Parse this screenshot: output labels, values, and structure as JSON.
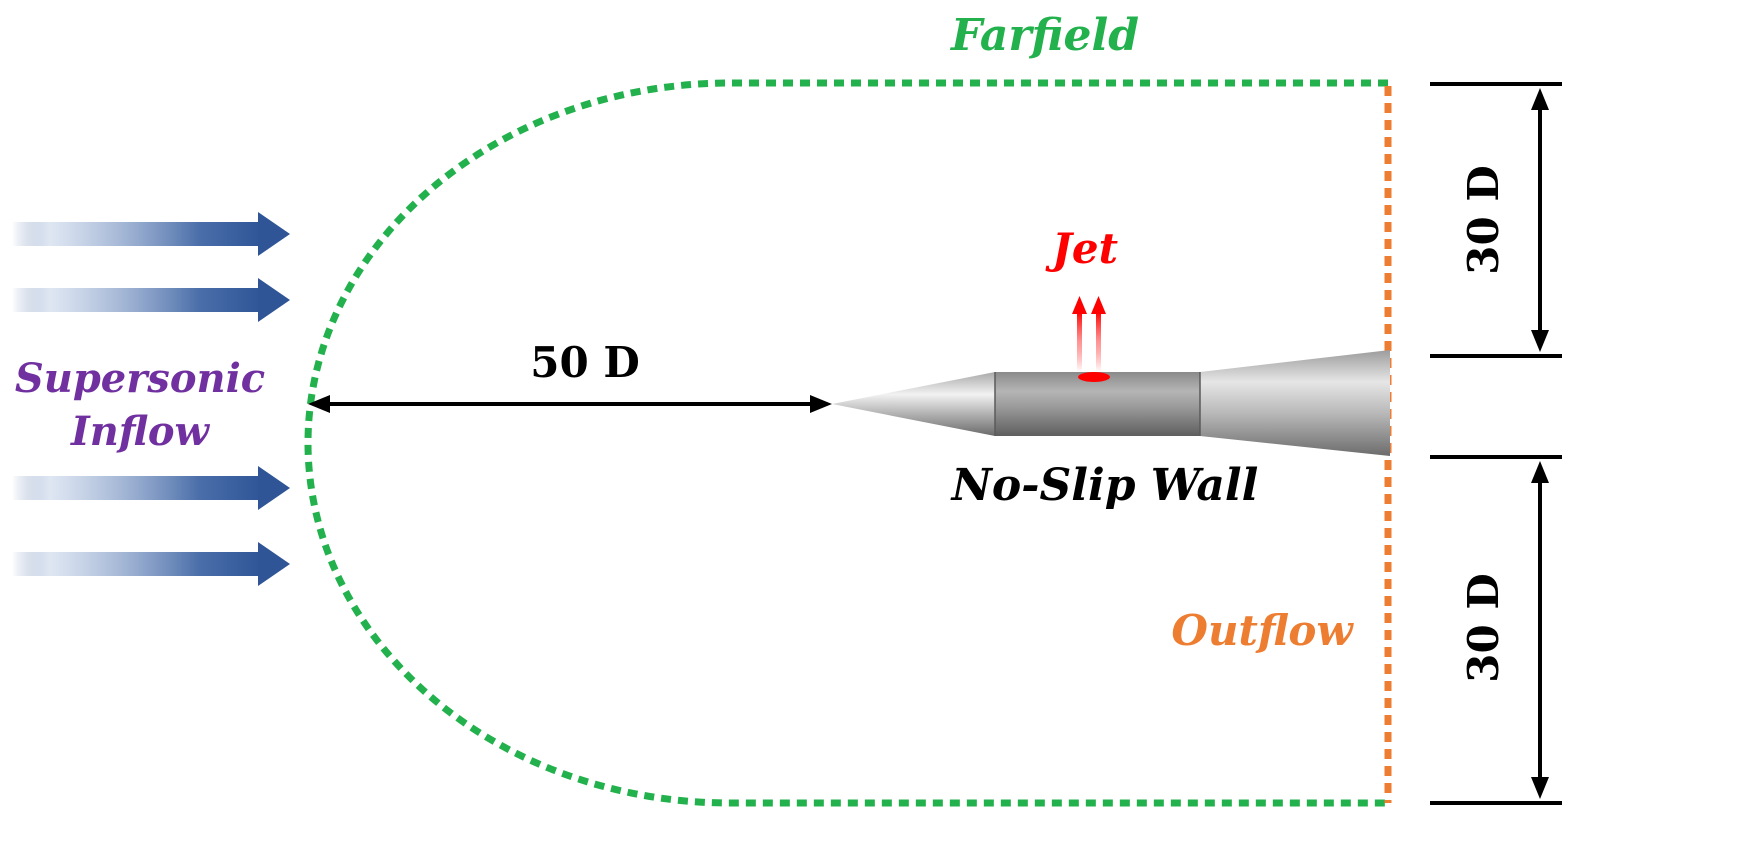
{
  "labels": {
    "farfield": "Farfield",
    "supersonic": "Supersonic",
    "inflow": "Inflow",
    "jet": "Jet",
    "no_slip_wall": "No-Slip Wall",
    "outflow": "Outflow",
    "dim_upstream": "50 D",
    "dim_upper": "30 D",
    "dim_lower": "30 D"
  },
  "colors": {
    "farfield": "#22b14c",
    "outflow": "#ed7d31",
    "inflow_text": "#7030a0",
    "jet": "#ff0000",
    "inflow_arrow": "#2f5597",
    "dimension": "#000000",
    "body_dark": "#6e6e6e",
    "body_light": "#e8e8e8"
  },
  "icons": {
    "inflow": "right-arrow-icon",
    "jet": "up-arrow-icon"
  }
}
